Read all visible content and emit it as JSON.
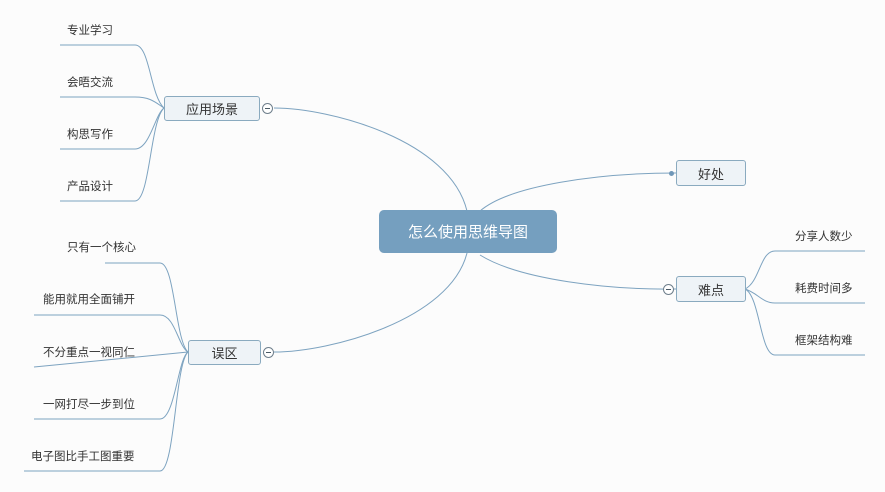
{
  "colors": {
    "root_fill": "#759fbf",
    "branch_fill": "#eef3f7",
    "branch_border": "#8aaabf",
    "line": "#7da3c0",
    "text": "#333333"
  },
  "root": {
    "label": "怎么使用思维导图"
  },
  "branches": {
    "scenarios": {
      "label": "应用场景",
      "items": [
        "专业学习",
        "会晤交流",
        "构思写作",
        "产品设计"
      ]
    },
    "myths": {
      "label": "误区",
      "items": [
        "只有一个核心",
        "能用就用全面铺开",
        "不分重点一视同仁",
        "一网打尽一步到位",
        "电子图比手工图重要"
      ]
    },
    "benefits": {
      "label": "好处",
      "items": []
    },
    "difficulties": {
      "label": "难点",
      "items": [
        "分享人数少",
        "耗费时间多",
        "框架结构难"
      ]
    }
  }
}
